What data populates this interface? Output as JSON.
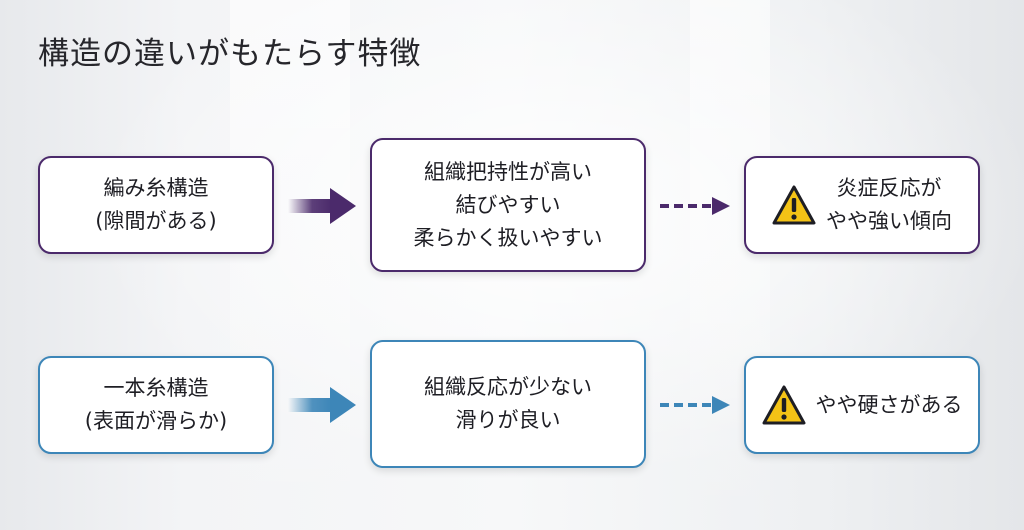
{
  "title": "構造の違いがもたらす特徴",
  "rows": [
    {
      "color": "#4b2a6b",
      "structure_lines": [
        "編み糸構造",
        "(隙間がある)"
      ],
      "property_lines": [
        "組織把持性が高い",
        "結びやすい",
        "柔らかく扱いやすい"
      ],
      "warning_icon": "warning-icon",
      "warning_lines": [
        "炎症反応が",
        "やや強い傾向"
      ]
    },
    {
      "color": "#3d86b8",
      "structure_lines": [
        "一本糸構造",
        "(表面が滑らか)"
      ],
      "property_lines": [
        "組織反応が少ない",
        "滑りが良い"
      ],
      "warning_icon": "warning-icon",
      "warning_lines": [
        "やや硬さがある"
      ]
    }
  ]
}
